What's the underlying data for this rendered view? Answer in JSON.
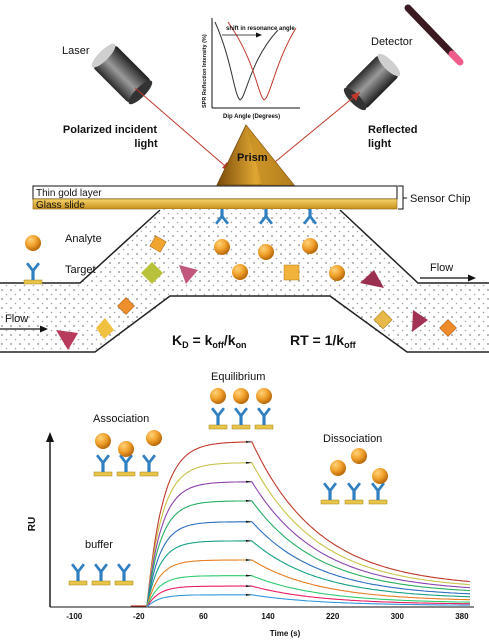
{
  "labels": {
    "laser": "Laser",
    "detector": "Detector",
    "polarized_1": "Polarized incident",
    "polarized_2": "light",
    "reflected_1": "Reflected",
    "reflected_2": "light",
    "prism": "Prism",
    "gold_layer": "Thin gold layer",
    "glass_slide": "Glass slide",
    "sensor_chip": "Sensor Chip",
    "analyte": "Analyte",
    "target": "Target",
    "flow_left": "Flow",
    "flow_right": "Flow",
    "association": "Association",
    "equilibrium": "Equilibrium",
    "dissociation": "Dissociation",
    "buffer": "buffer"
  },
  "equations": {
    "kd_sym": "K",
    "kd_sub": "D",
    "kd_eq": " = k",
    "kd_off": "off",
    "kd_div": "/k",
    "kd_on": "on",
    "rt": "RT = 1/k",
    "rt_off": "off"
  },
  "inset_chart": {
    "ylabel": "SPR Reflection Intensity (%)",
    "xlabel": "Dip Angle (Degrees)",
    "annotation": "shift in resonance angle"
  },
  "chart_data": {
    "type": "line",
    "xlabel": "Time (s)",
    "ylabel": "RU",
    "x_ticks": [
      -100,
      -20,
      60,
      140,
      220,
      300,
      380
    ],
    "xlim": [
      -130,
      395
    ],
    "ylim": [
      0,
      100
    ],
    "association_start": -10,
    "dissociation_start": 120,
    "end_time": 390,
    "baseline_start": -30,
    "series": [
      {
        "plateau": 95,
        "color": "#c0392b"
      },
      {
        "plateau": 83,
        "color": "#c9c34a"
      },
      {
        "plateau": 72,
        "color": "#8e44ad"
      },
      {
        "plateau": 61,
        "color": "#27ae60"
      },
      {
        "plateau": 49,
        "color": "#2c6fbf"
      },
      {
        "plateau": 38,
        "color": "#16a085"
      },
      {
        "plateau": 27,
        "color": "#e67e22"
      },
      {
        "plateau": 18,
        "color": "#2ecc71"
      },
      {
        "plateau": 12,
        "color": "#e91e63"
      },
      {
        "plateau": 7,
        "color": "#3498db"
      }
    ]
  }
}
